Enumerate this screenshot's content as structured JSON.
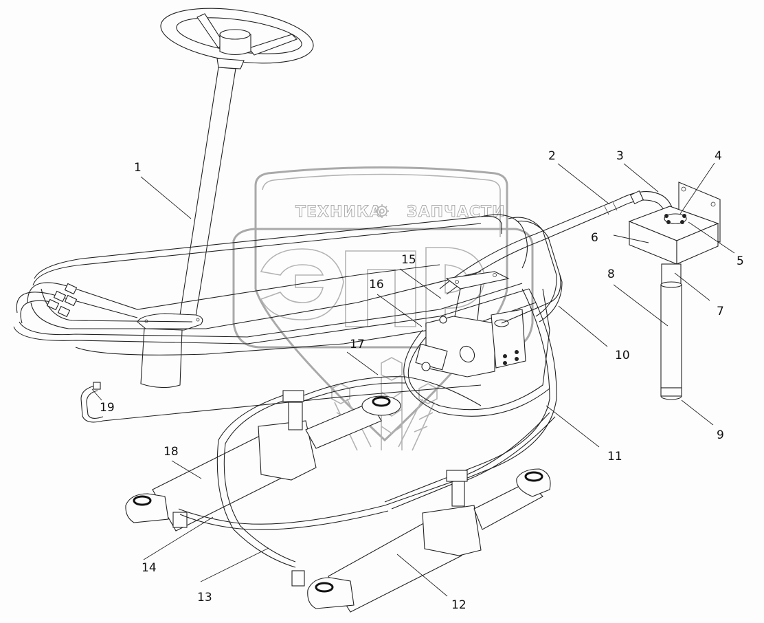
{
  "diagram": {
    "title": "Steering hydraulic system assembly",
    "background": "#fcfdfc",
    "callouts": [
      {
        "id": "1",
        "label": "1",
        "part": "steering-column"
      },
      {
        "id": "2",
        "label": "2",
        "part": "hose"
      },
      {
        "id": "3",
        "label": "3",
        "part": "pipe-elbow"
      },
      {
        "id": "4",
        "label": "4",
        "part": "flange-bolt"
      },
      {
        "id": "5",
        "label": "5",
        "part": "flange"
      },
      {
        "id": "6",
        "label": "6",
        "part": "tank-housing"
      },
      {
        "id": "7",
        "label": "7",
        "part": "filter-upper-tube"
      },
      {
        "id": "8",
        "label": "8",
        "part": "filter-body"
      },
      {
        "id": "9",
        "label": "9",
        "part": "filter-cap"
      },
      {
        "id": "10",
        "label": "10",
        "part": "pipe"
      },
      {
        "id": "11",
        "label": "11",
        "part": "pipe"
      },
      {
        "id": "12",
        "label": "12",
        "part": "hydraulic-cylinder-right"
      },
      {
        "id": "13",
        "label": "13",
        "part": "hose"
      },
      {
        "id": "14",
        "label": "14",
        "part": "hose"
      },
      {
        "id": "15",
        "label": "15",
        "part": "bracket"
      },
      {
        "id": "16",
        "label": "16",
        "part": "valve-block"
      },
      {
        "id": "17",
        "label": "17",
        "part": "pipe"
      },
      {
        "id": "18",
        "label": "18",
        "part": "hydraulic-cylinder-left"
      },
      {
        "id": "19",
        "label": "19",
        "part": "drain-pipe"
      }
    ]
  },
  "watermark": {
    "left_word": "ТЕХНИКА",
    "right_word": "ЗАПЧАСТИ",
    "letters": "ЭЛР",
    "icon": "gear-icon",
    "color": "#a9a9a9"
  }
}
